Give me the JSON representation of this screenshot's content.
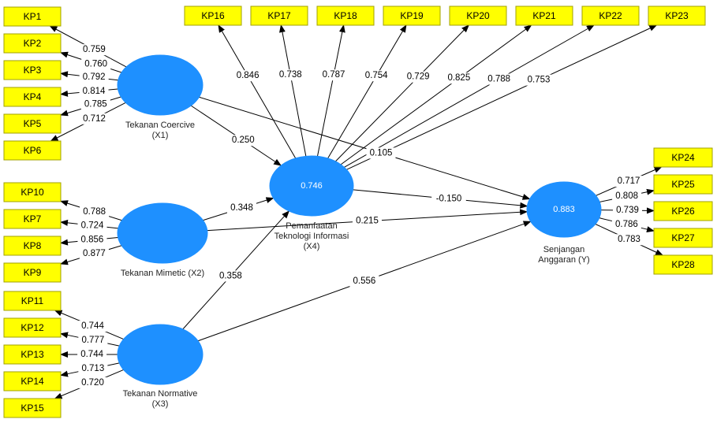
{
  "colors": {
    "indicator_fill": "#ffff00",
    "latent_fill": "#1e90ff",
    "arrow": "#000000"
  },
  "latents": [
    {
      "id": "X1",
      "label": [
        "Tekanan Coercive",
        "(X1)"
      ],
      "r2": ""
    },
    {
      "id": "X2",
      "label": [
        "Tekanan Mimetic (X2)"
      ],
      "r2": ""
    },
    {
      "id": "X3",
      "label": [
        "Tekanan Normative",
        "(X3)"
      ],
      "r2": ""
    },
    {
      "id": "X4",
      "label": [
        "Pemanfaatan",
        "Teknologi Informasi",
        "(X4)"
      ],
      "r2": "0.746"
    },
    {
      "id": "Y",
      "label": [
        "Senjangan",
        "Anggaran (Y)"
      ],
      "r2": "0.883"
    }
  ],
  "indicators": [
    {
      "id": "KP1",
      "latent": "X1",
      "loading": "0.759"
    },
    {
      "id": "KP2",
      "latent": "X1",
      "loading": "0.760"
    },
    {
      "id": "KP3",
      "latent": "X1",
      "loading": "0.792"
    },
    {
      "id": "KP4",
      "latent": "X1",
      "loading": "0.814"
    },
    {
      "id": "KP5",
      "latent": "X1",
      "loading": "0.785"
    },
    {
      "id": "KP6",
      "latent": "X1",
      "loading": "0.712"
    },
    {
      "id": "KP10",
      "latent": "X2",
      "loading": "0.788"
    },
    {
      "id": "KP7",
      "latent": "X2",
      "loading": "0.724"
    },
    {
      "id": "KP8",
      "latent": "X2",
      "loading": "0.856"
    },
    {
      "id": "KP9",
      "latent": "X2",
      "loading": "0.877"
    },
    {
      "id": "KP11",
      "latent": "X3",
      "loading": "0.744"
    },
    {
      "id": "KP12",
      "latent": "X3",
      "loading": "0.777"
    },
    {
      "id": "KP13",
      "latent": "X3",
      "loading": "0.744"
    },
    {
      "id": "KP14",
      "latent": "X3",
      "loading": "0.713"
    },
    {
      "id": "KP15",
      "latent": "X3",
      "loading": "0.720"
    },
    {
      "id": "KP16",
      "latent": "X4",
      "loading": "0.846"
    },
    {
      "id": "KP17",
      "latent": "X4",
      "loading": "0.738"
    },
    {
      "id": "KP18",
      "latent": "X4",
      "loading": "0.787"
    },
    {
      "id": "KP19",
      "latent": "X4",
      "loading": "0.754"
    },
    {
      "id": "KP20",
      "latent": "X4",
      "loading": "0.729"
    },
    {
      "id": "KP21",
      "latent": "X4",
      "loading": "0.825"
    },
    {
      "id": "KP22",
      "latent": "X4",
      "loading": "0.788"
    },
    {
      "id": "KP23",
      "latent": "X4",
      "loading": "0.753"
    },
    {
      "id": "KP24",
      "latent": "Y",
      "loading": "0.717"
    },
    {
      "id": "KP25",
      "latent": "Y",
      "loading": "0.808"
    },
    {
      "id": "KP26",
      "latent": "Y",
      "loading": "0.739"
    },
    {
      "id": "KP27",
      "latent": "Y",
      "loading": "0.786"
    },
    {
      "id": "KP28",
      "latent": "Y",
      "loading": "0.783"
    }
  ],
  "paths": [
    {
      "from": "X1",
      "to": "X4",
      "coef": "0.250"
    },
    {
      "from": "X1",
      "to": "Y",
      "coef": "0.105"
    },
    {
      "from": "X2",
      "to": "X4",
      "coef": "0.348"
    },
    {
      "from": "X2",
      "to": "Y",
      "coef": "0.215"
    },
    {
      "from": "X3",
      "to": "X4",
      "coef": "0.358"
    },
    {
      "from": "X3",
      "to": "Y",
      "coef": "0.556"
    },
    {
      "from": "X4",
      "to": "Y",
      "coef": "-0.150"
    }
  ]
}
